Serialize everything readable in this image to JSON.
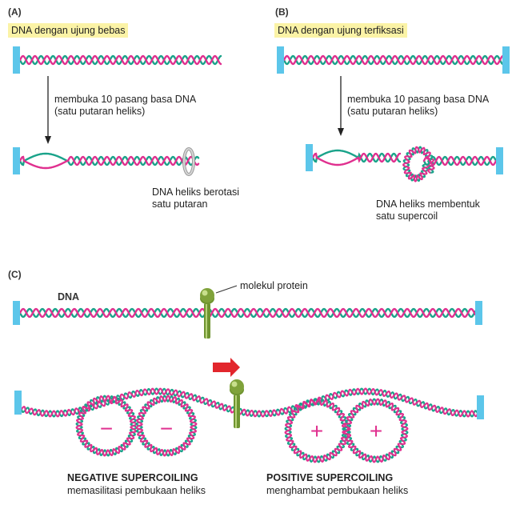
{
  "panel_a": {
    "label": "(A)",
    "title": "DNA dengan ujung bebas",
    "step_line1": "membuka 10 pasang basa DNA",
    "step_line2": "(satu putaran heliks)",
    "result_line1": "DNA heliks berotasi",
    "result_line2": "satu putaran"
  },
  "panel_b": {
    "label": "(B)",
    "title": "DNA dengan ujung terfiksasi",
    "step_line1": "membuka 10 pasang basa DNA",
    "step_line2": "(satu putaran heliks)",
    "result_line1": "DNA heliks membentuk",
    "result_line2": "satu supercoil"
  },
  "panel_c": {
    "label": "(C)",
    "dna_label": "DNA",
    "protein_label": "molekul protein",
    "negative_title": "NEGATIVE SUPERCOILING",
    "negative_desc": "memasilitasi pembukaan heliks",
    "positive_title": "POSITIVE SUPERCOILING",
    "positive_desc": "menghambat pembukaan heliks",
    "minus_sign": "−",
    "plus_sign": "+"
  },
  "colors": {
    "strand_teal": "#1aa38a",
    "strand_pink": "#e0308f",
    "end_cap": "#5cc6ea",
    "highlight": "#fbf3a6",
    "protein": "#7fa23a",
    "arrow_red": "#e2262c"
  }
}
